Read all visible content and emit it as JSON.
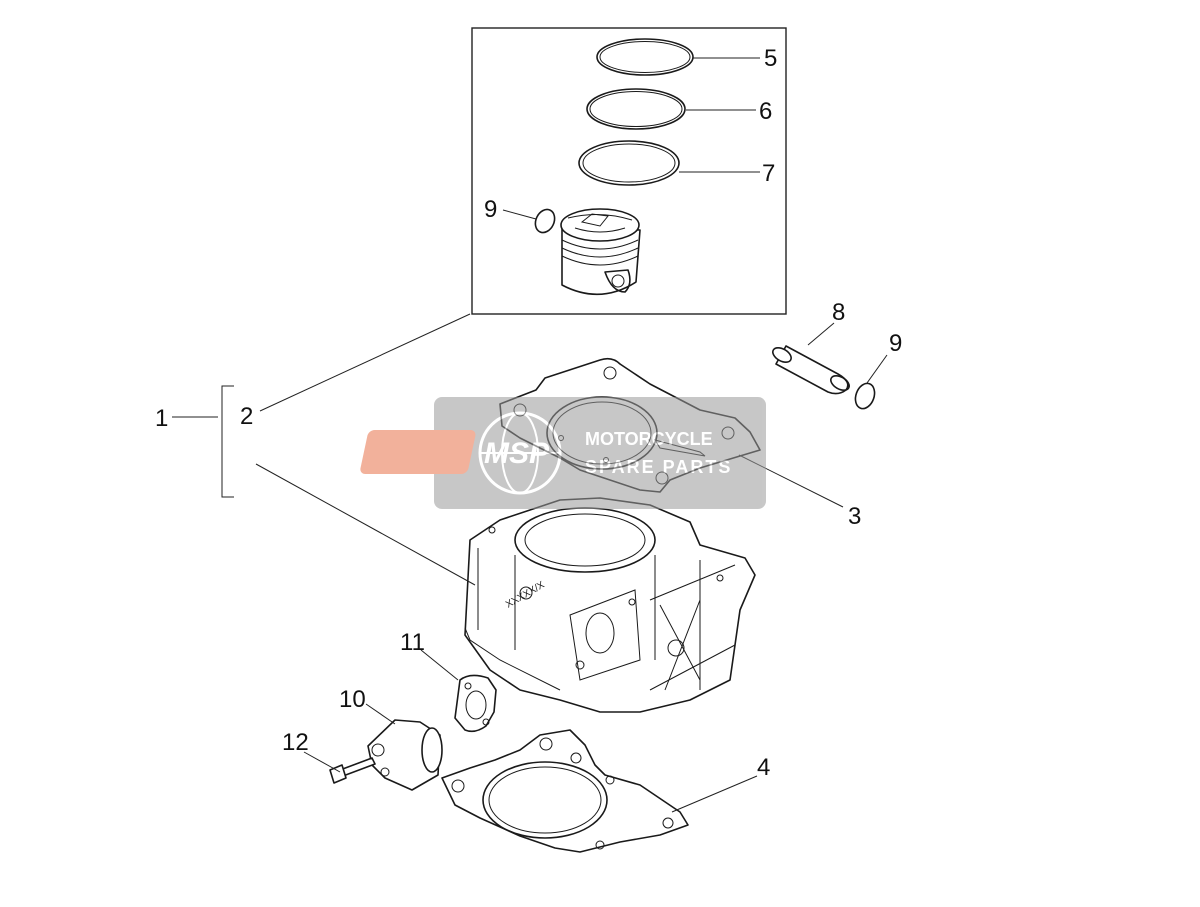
{
  "callouts": {
    "c1": "1",
    "c2": "2",
    "c3": "3",
    "c4": "4",
    "c5": "5",
    "c6": "6",
    "c7": "7",
    "c8": "8",
    "c9a": "9",
    "c9b": "9",
    "c10": "10",
    "c11": "11",
    "c12": "12"
  },
  "cylinder_marking": "XXXXX/X",
  "watermark": {
    "logo": "MSP",
    "line1": "MOTORCYCLE",
    "line2": "SPARE PARTS"
  },
  "colors": {
    "line": "#1a1a1a",
    "watermark_bg": "#9a9a9a",
    "watermark_logo": "#e8734a"
  }
}
